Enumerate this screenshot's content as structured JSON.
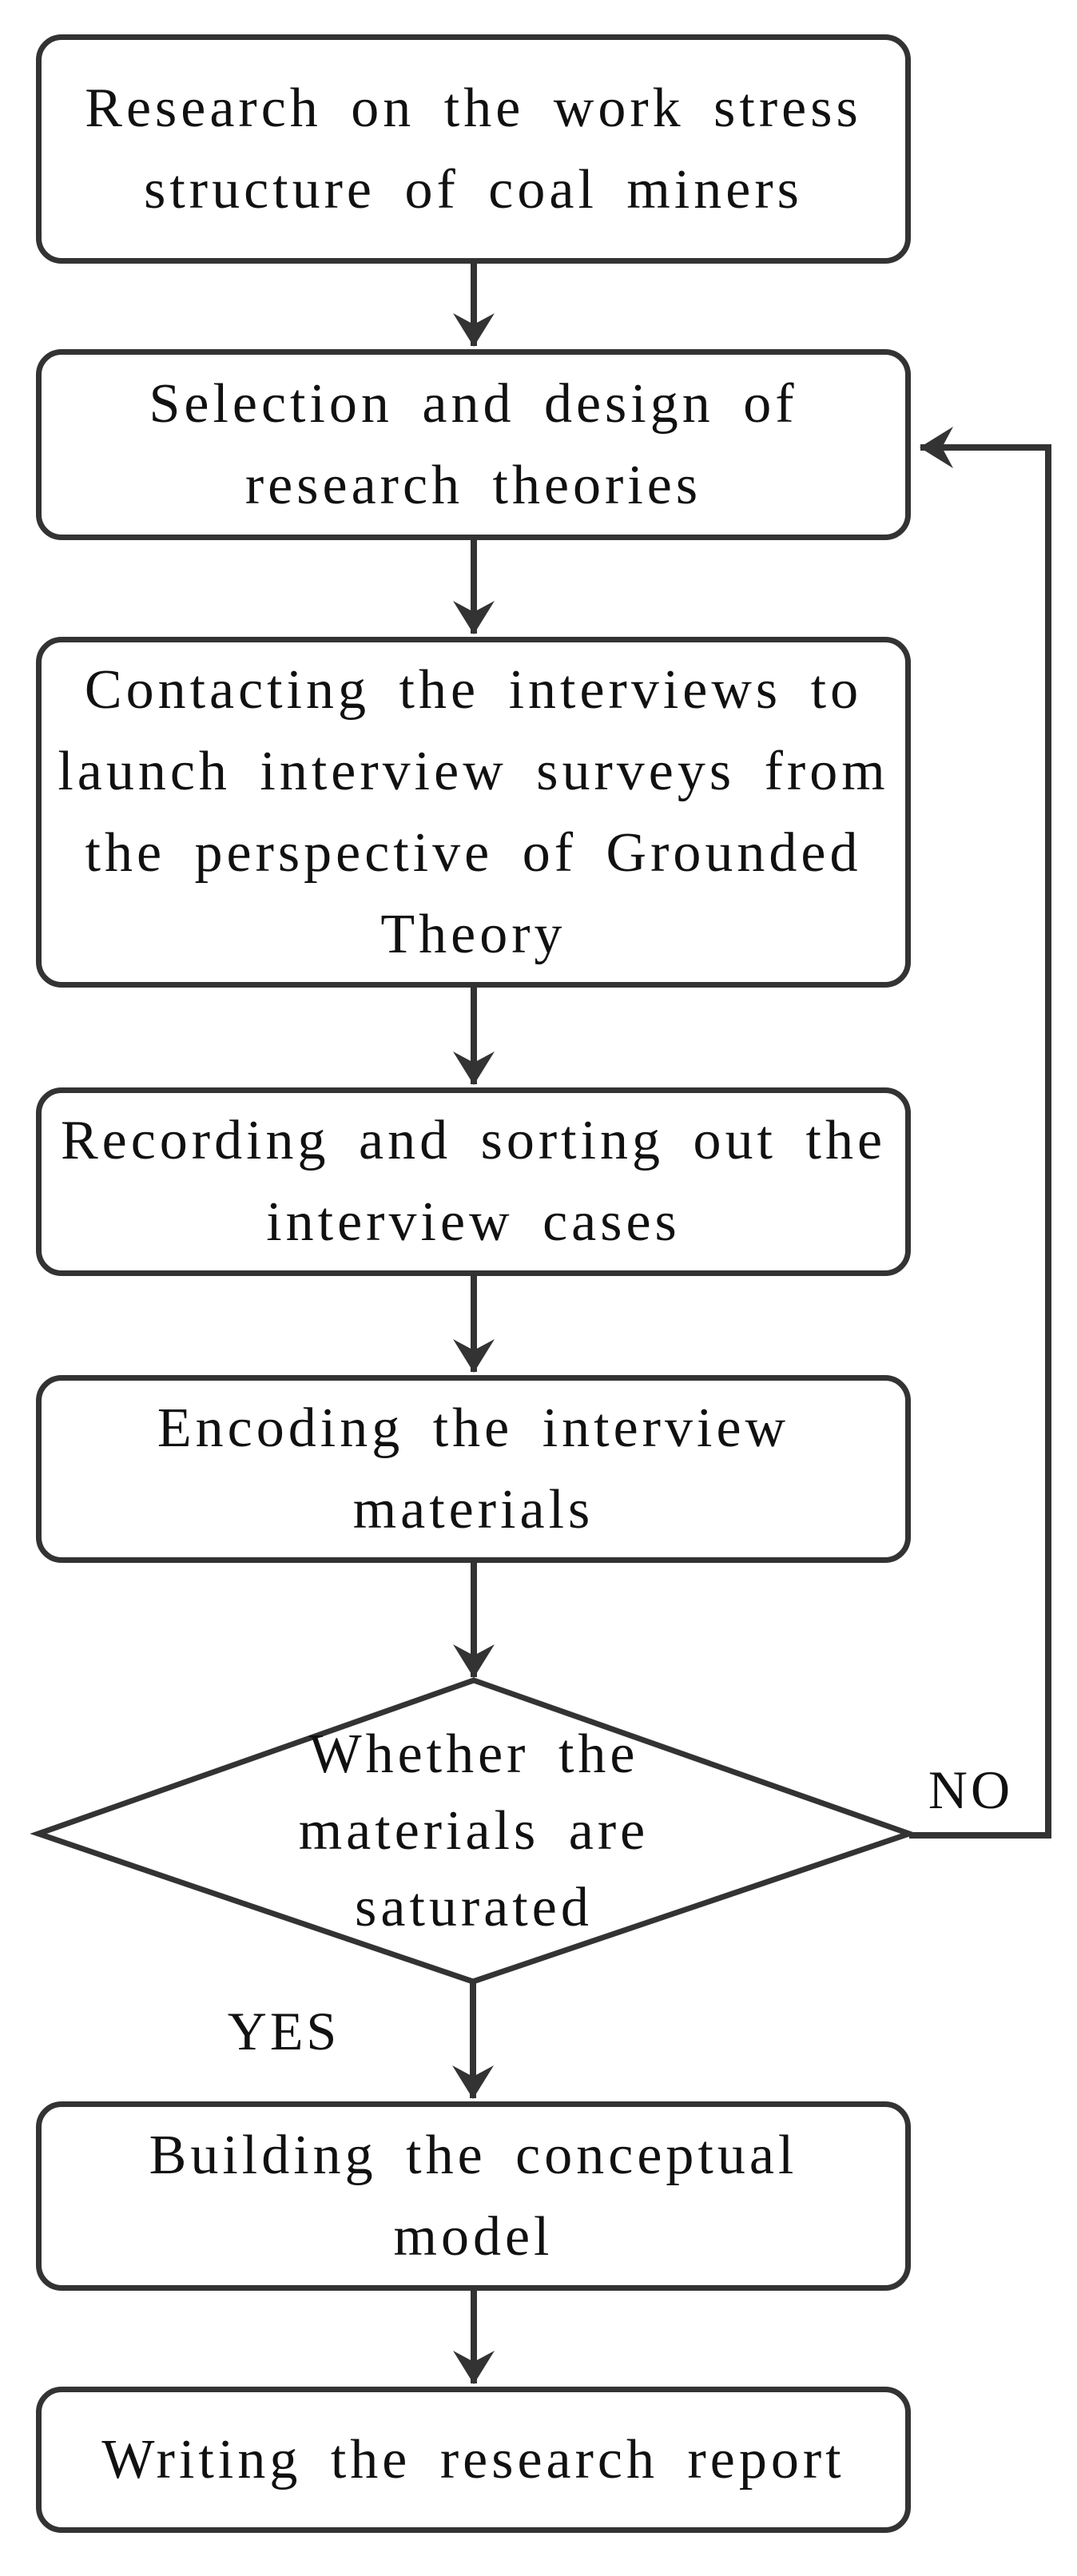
{
  "flowchart": {
    "nodes": [
      {
        "id": "research",
        "shape": "rounded-rect",
        "label": "Research on the work stress structure of coal miners",
        "lines": [
          "Research on the work stress",
          "structure of coal miners"
        ]
      },
      {
        "id": "selection",
        "shape": "rounded-rect",
        "label": "Selection and design of research theories",
        "lines": [
          "Selection and design of",
          "research theories"
        ]
      },
      {
        "id": "contacting",
        "shape": "rounded-rect",
        "label": "Contacting the interviews to launch interview surveys from the perspective of Grounded Theory",
        "lines": [
          "Contacting the interviews to",
          "launch interview surveys from",
          "the perspective of Grounded",
          "Theory"
        ]
      },
      {
        "id": "recording",
        "shape": "rounded-rect",
        "label": "Recording and sorting out the interview cases",
        "lines": [
          "Recording and sorting out the",
          "interview cases"
        ]
      },
      {
        "id": "encoding",
        "shape": "rounded-rect",
        "label": "Encoding the interview materials",
        "lines": [
          "Encoding the interview",
          "materials"
        ]
      },
      {
        "id": "decision",
        "shape": "diamond",
        "label": "Whether the materials are saturated",
        "lines": [
          "Whether the",
          "materials are",
          "saturated"
        ]
      },
      {
        "id": "building",
        "shape": "rounded-rect",
        "label": "Building the conceptual model",
        "lines": [
          "Building the conceptual",
          "model"
        ]
      },
      {
        "id": "writing",
        "shape": "rounded-rect",
        "label": "Writing the research report",
        "lines": [
          "Writing the research report"
        ]
      }
    ],
    "edge_labels": {
      "yes": "YES",
      "no": "NO"
    },
    "colors": {
      "stroke": "#333333",
      "text": "#111111",
      "background": "#ffffff"
    }
  }
}
